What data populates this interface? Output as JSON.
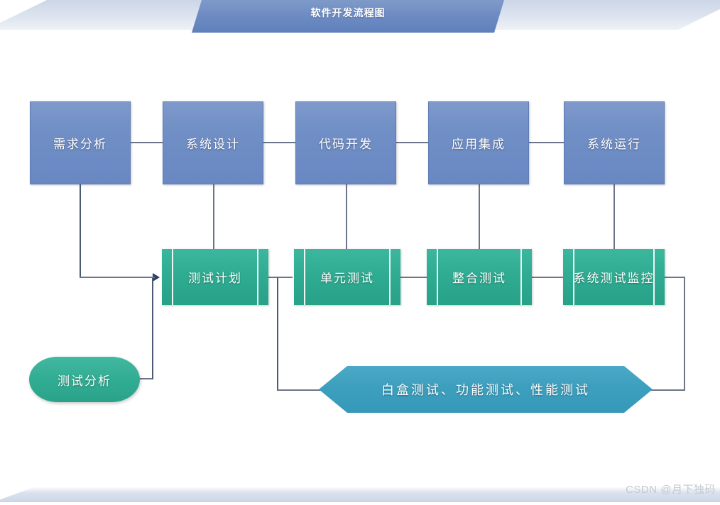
{
  "header": {
    "title": "软件开发流程图"
  },
  "flow": {
    "phase_row": [
      {
        "id": "requirements",
        "label": "需求分析"
      },
      {
        "id": "system-design",
        "label": "系统设计"
      },
      {
        "id": "code-development",
        "label": "代码开发"
      },
      {
        "id": "application-integration",
        "label": "应用集成"
      },
      {
        "id": "system-operation",
        "label": "系统运行"
      }
    ],
    "test_row": [
      {
        "id": "test-plan",
        "label": "测试计划"
      },
      {
        "id": "unit-test",
        "label": "单元测试"
      },
      {
        "id": "integration-test",
        "label": "整合测试"
      },
      {
        "id": "system-test-monitoring",
        "label": "系统测试监控"
      }
    ],
    "analysis_node": {
      "id": "test-analysis",
      "label": "测试分析"
    },
    "methods_node": {
      "id": "test-methods",
      "label": "白盒测试、功能测试、性能测试"
    }
  },
  "watermark": {
    "text": "CSDN @月下独码"
  },
  "colors": {
    "banner_blue": "#6d8bc2",
    "banner_light": "#ccd6e8",
    "phase_blue": "#7190c6",
    "test_green": "#2fac92",
    "hex_teal": "#3d9fbe",
    "connector": "#6b7589",
    "arrow": "#2d3d63",
    "text_on_shape": "#ffffff",
    "watermark": "#c5c9cf"
  }
}
